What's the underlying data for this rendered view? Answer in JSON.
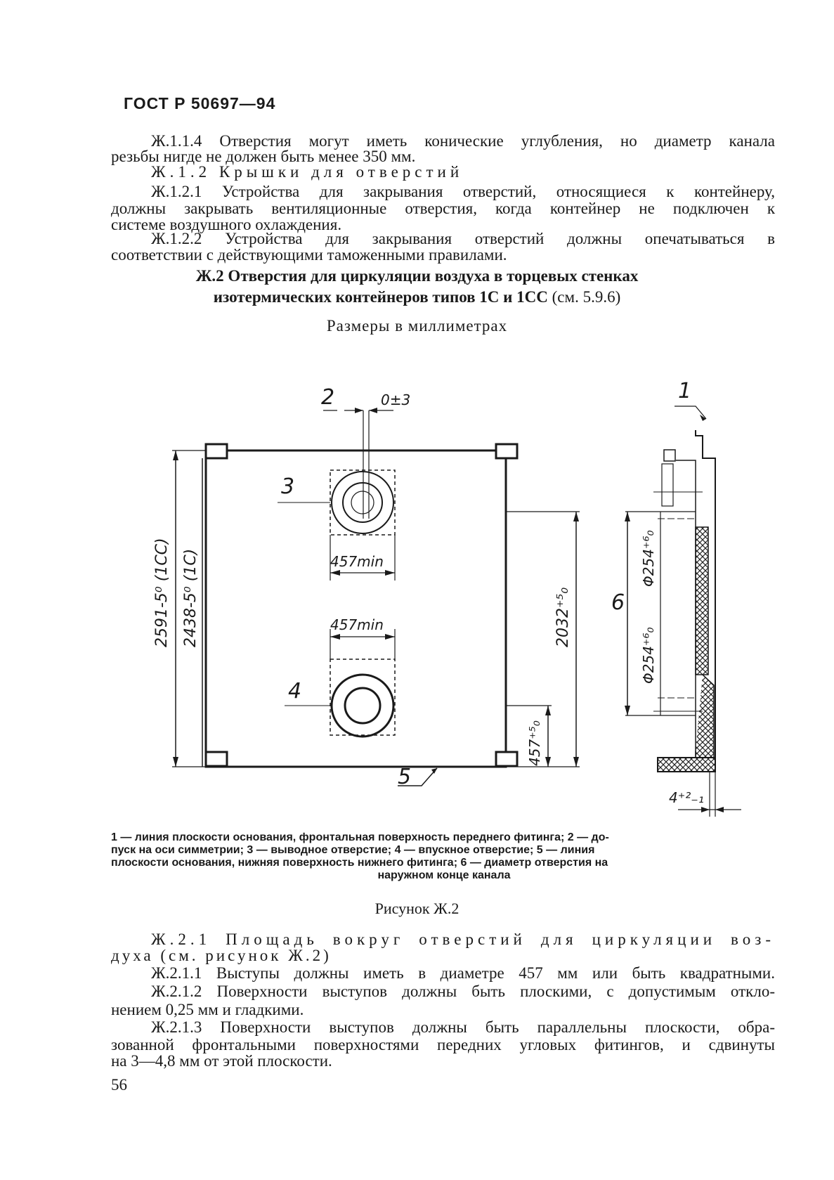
{
  "header": {
    "doc_id": "ГОСТ Р 50697—94"
  },
  "clauses": {
    "p1_line1": "Ж.1.1.4 Отверстия могут иметь конические углубления, но диаметр канала",
    "p1_line2": "резьбы нигде не должен быть менее 350 мм.",
    "p2_title": "Ж.1.2 Крышки для отверстий",
    "p3_line1": "Ж.1.2.1 Устройства для закрывания отверстий, относящиеся к контейнеру,",
    "p3_line2": "должны закрывать вентиляционные отверстия, когда контейнер не подключен к",
    "p3_line3": "системе воздушного охлаждения.",
    "p4_line1": "Ж.1.2.2 Устройства для закрывания отверстий должны опечатываться в",
    "p4_line2": "соответствии с действующими таможенными правилами."
  },
  "section": {
    "title_line1": "Ж.2 Отверстия для циркуляции воздуха в торцевых стенках",
    "title_line2_bold": "изотермических контейнеров типов 1С и 1СС",
    "title_line2_ref": "(см. 5.9.6)",
    "dims_note": "Размеры в миллиметрах"
  },
  "figure": {
    "labels": {
      "n1": "1",
      "n2": "2",
      "n3": "3",
      "n4": "4",
      "n5": "5",
      "n6": "6",
      "tol_axis": "0±3",
      "width_min_upper": "457min",
      "width_min_lower": "457min",
      "h_1cc": "2591-5⁰ (1CC)",
      "h_1c": "2438-5⁰ (1C)",
      "h_2032": "2032⁺⁵₀",
      "h_457": "457⁺⁵₀",
      "diam_upper": "Φ254⁺⁶₀",
      "diam_lower": "Φ254⁺⁶₀",
      "offset": "4⁺²₋₁"
    },
    "caption_line1": "1 — линия плоскости основания, фронтальная поверхность переднего фитинга; 2 — до-",
    "caption_line2": "пуск на оси симметрии;   3 — выводное отверстие;   4 — впускное отверстие;   5 — линия",
    "caption_line3": "плоскости основания, нижняя поверхность нижнего фитинга;   6 — диаметр отверстия на",
    "caption_line4": "наружном конце канала",
    "title": "Рисунок Ж.2"
  },
  "subclauses": {
    "s1_line1": "Ж.2.1 Площадь вокруг отверстий для циркуляции воз-",
    "s1_line2": "духа (см. рисунок Ж.2)",
    "s2": "Ж.2.1.1 Выступы должны иметь в диаметре 457 мм или быть квадратными.",
    "s3_line1": "Ж.2.1.2 Поверхности выступов должны быть плоскими, с допустимым откло-",
    "s3_line2": "нением 0,25 мм и гладкими.",
    "s4_line1": "Ж.2.1.3 Поверхности выступов должны быть параллельны плоскости, обра-",
    "s4_line2": "зованной фронтальными поверхностями передних угловых фитингов, и сдвинуты",
    "s4_line3": "на 3—4,8 мм от этой плоскости."
  },
  "page_number": "56"
}
